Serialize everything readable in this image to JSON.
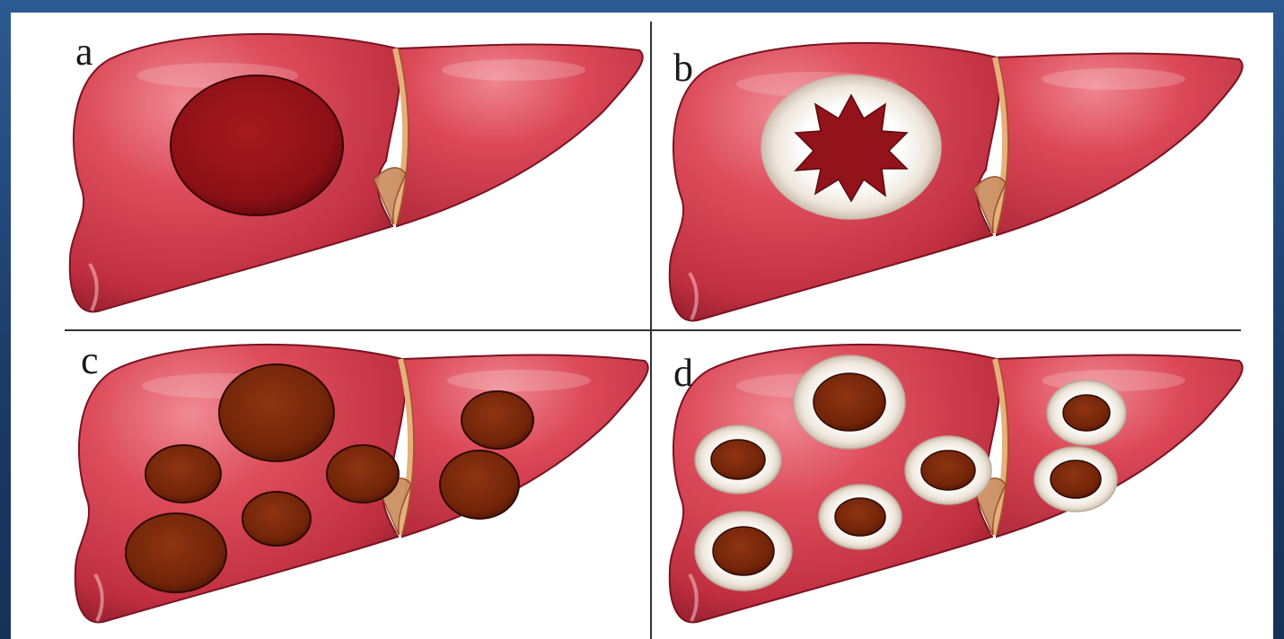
{
  "panels": [
    {
      "id": "a",
      "label": "a",
      "lesion": "single-large-cyst"
    },
    {
      "id": "b",
      "label": "b",
      "lesion": "single-cyst-with-capsule"
    },
    {
      "id": "c",
      "label": "c",
      "lesion": "multiple-cysts"
    },
    {
      "id": "d",
      "label": "d",
      "lesion": "multiple-cysts-with-capsules"
    }
  ],
  "colors": {
    "liver": "#d2404e",
    "liver_highlight": "#ec7b86",
    "liver_shadow": "#7d1524",
    "cyst_dark_red": "#8f1016",
    "cyst_brown": "#7a2a0e",
    "capsule": "#f2ece4",
    "frame_blue": "#1f3f6d"
  }
}
